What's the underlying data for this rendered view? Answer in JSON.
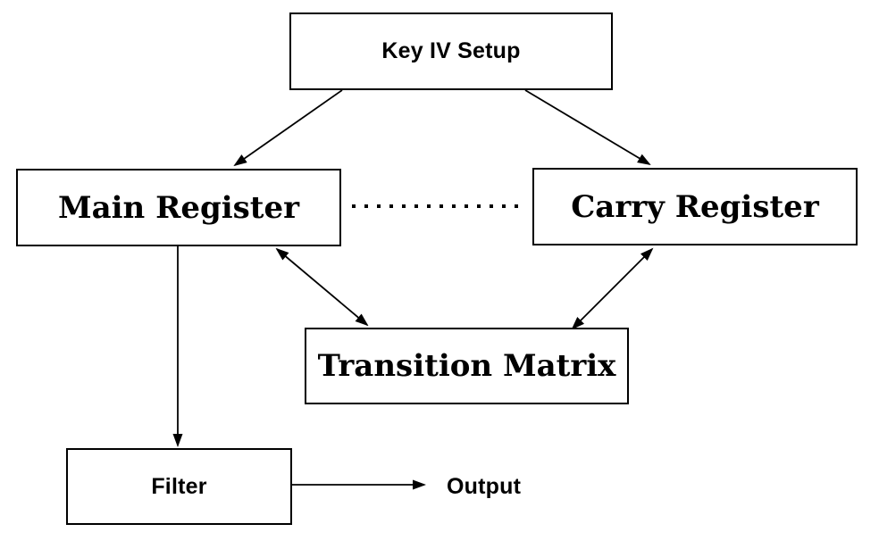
{
  "diagram": {
    "background_color": "#ffffff",
    "line_color": "#000000",
    "box_border_color": "#000000",
    "nodes": {
      "key_iv_setup": {
        "label": "Key IV Setup"
      },
      "main_register": {
        "label": "Main Register"
      },
      "carry_register": {
        "label": "Carry Register"
      },
      "transition_matrix": {
        "label": "Transition Matrix"
      },
      "filter": {
        "label": "Filter"
      },
      "output": {
        "label": "Output"
      }
    },
    "edges": [
      {
        "from": "key_iv_setup",
        "to": "main_register",
        "type": "arrow"
      },
      {
        "from": "key_iv_setup",
        "to": "carry_register",
        "type": "arrow"
      },
      {
        "from": "main_register",
        "to": "carry_register",
        "type": "dotted-line"
      },
      {
        "from": "main_register",
        "to": "transition_matrix",
        "type": "double-arrow"
      },
      {
        "from": "transition_matrix",
        "to": "carry_register",
        "type": "double-arrow"
      },
      {
        "from": "main_register",
        "to": "filter",
        "type": "arrow"
      },
      {
        "from": "filter",
        "to": "output",
        "type": "arrow"
      }
    ]
  }
}
